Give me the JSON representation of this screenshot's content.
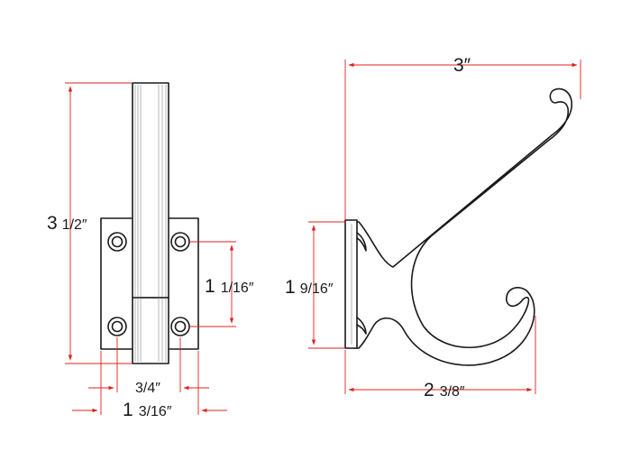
{
  "dimensions": {
    "height_total": {
      "main": "3",
      "frac": "1/2″"
    },
    "hole_spacing": {
      "main": "1",
      "frac": "1/16″"
    },
    "hole_width": {
      "frac": "3/4″"
    },
    "plate_width": {
      "main": "1",
      "frac": "3/16″"
    },
    "hook_width": {
      "main": "3″"
    },
    "plate_height": {
      "main": "1",
      "frac": "9/16″"
    },
    "hook_depth": {
      "main": "2",
      "frac": "3/8″"
    }
  },
  "colors": {
    "dimension_line": "#e02020",
    "outline": "#1a1a1a"
  }
}
